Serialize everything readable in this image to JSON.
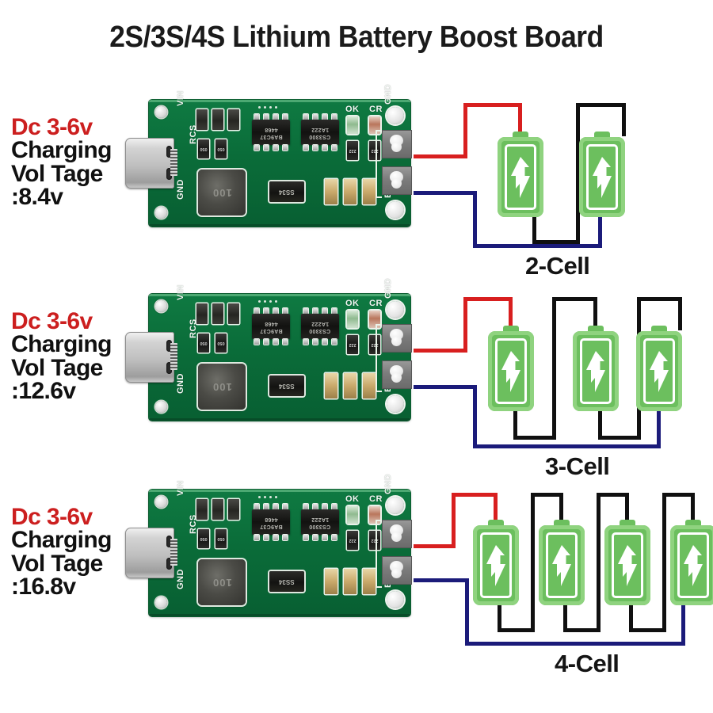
{
  "page": {
    "title": "2S/3S/4S Lithium Battery Boost Board",
    "background": "#ffffff"
  },
  "colors": {
    "accent_red": "#cc1f1f",
    "wire_red": "#d81f1f",
    "wire_black": "#101010",
    "wire_blue": "#1b1b7a",
    "pcb_green": "#0a6c39",
    "battery_green": "#6cbf5e",
    "text_black": "#141414"
  },
  "rows": [
    {
      "id": "row-2s",
      "spec": {
        "input_label": "Dc 3-6v",
        "line1": "Charging",
        "line2": "Vol Tage",
        "line3": ":8.4v"
      },
      "caption": "2-Cell",
      "cell_count": 2
    },
    {
      "id": "row-3s",
      "spec": {
        "input_label": "Dc 3-6v",
        "line1": "Charging",
        "line2": "Vol Tage",
        "line3": ":12.6v"
      },
      "caption": "3-Cell",
      "cell_count": 3
    },
    {
      "id": "row-4s",
      "spec": {
        "input_label": "Dc 3-6v",
        "line1": "Charging",
        "line2": "Vol Tage",
        "line3": ":16.8v"
      },
      "caption": "4-Cell",
      "cell_count": 4
    }
  ],
  "pcb": {
    "silk": {
      "vin": "VIN",
      "gnd_left": "GND",
      "rcs": "RCS",
      "ok": "OK",
      "cr": "CR",
      "gnd_right": "GND",
      "bat": "BAT"
    },
    "components": {
      "inductor_marking": "100",
      "diode_marking": "SS34",
      "resistor_marking": "050",
      "resistor_marking_2": "222",
      "ic1_line1": "BA9C37",
      "ic1_line2": "4468",
      "ic2_line1": "CS3300",
      "ic2_line2": "1A222"
    }
  }
}
